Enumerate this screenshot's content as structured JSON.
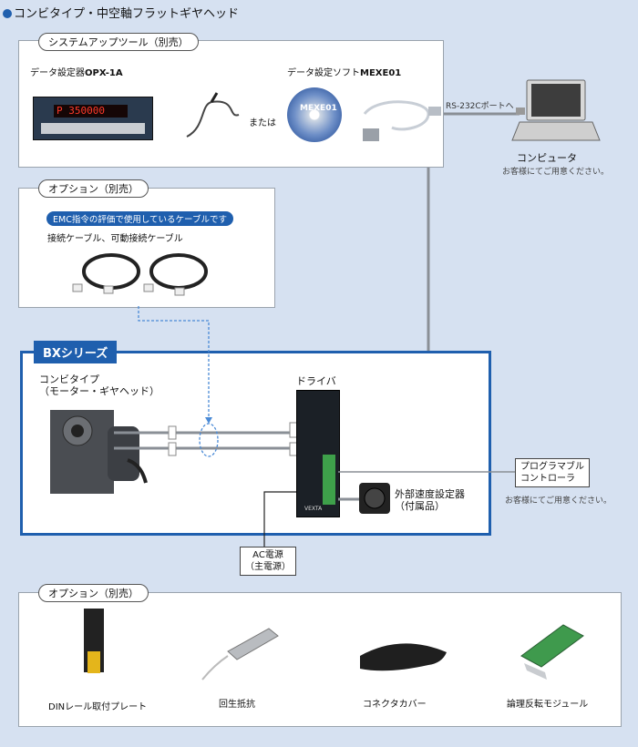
{
  "header": {
    "title": "コンビタイプ・中空軸フラットギヤヘッド"
  },
  "system_tools": {
    "pill": "システムアップツール（別売）",
    "opx_prefix": "データ設定器",
    "opx_model": "OPX-1A",
    "mexe_prefix": "データ設定ソフト",
    "mexe_model": "MEXE01",
    "or_text": "または",
    "opx_display": "P 350000",
    "cd_title": "MEXE01"
  },
  "computer": {
    "rs232c": "RS-232Cポートへ",
    "label": "コンピュータ",
    "note": "お客様にてご用意ください。"
  },
  "option_cable": {
    "pill": "オプション（別売）",
    "emc_badge": "EMC指令の評価で使用しているケーブルです",
    "cables": "接続ケーブル、可動接続ケーブル"
  },
  "bx": {
    "title": "BXシリーズ",
    "combi": "コンビタイプ\n（モーター・ギヤヘッド）",
    "driver": "ドライバ",
    "speed_setter": "外部速度設定器\n（付属品）",
    "driver_brand": "VEXTA"
  },
  "plc": {
    "label": "プログラマブル\nコントローラ",
    "note": "お客様にてご用意ください。"
  },
  "ac": {
    "label": "AC電源\n（主電源）"
  },
  "options_bottom": {
    "pill": "オプション（別売）",
    "items": [
      {
        "label": "DINレール取付プレート",
        "icon": "din-plate-icon"
      },
      {
        "label": "回生抵抗",
        "icon": "resistor-icon"
      },
      {
        "label": "コネクタカバー",
        "icon": "connector-cover-icon"
      },
      {
        "label": "論理反転モジュール",
        "icon": "logic-module-icon"
      }
    ]
  },
  "colors": {
    "accent": "#1f5fae",
    "background": "#d6e1f1",
    "line": "#8a8f96"
  }
}
